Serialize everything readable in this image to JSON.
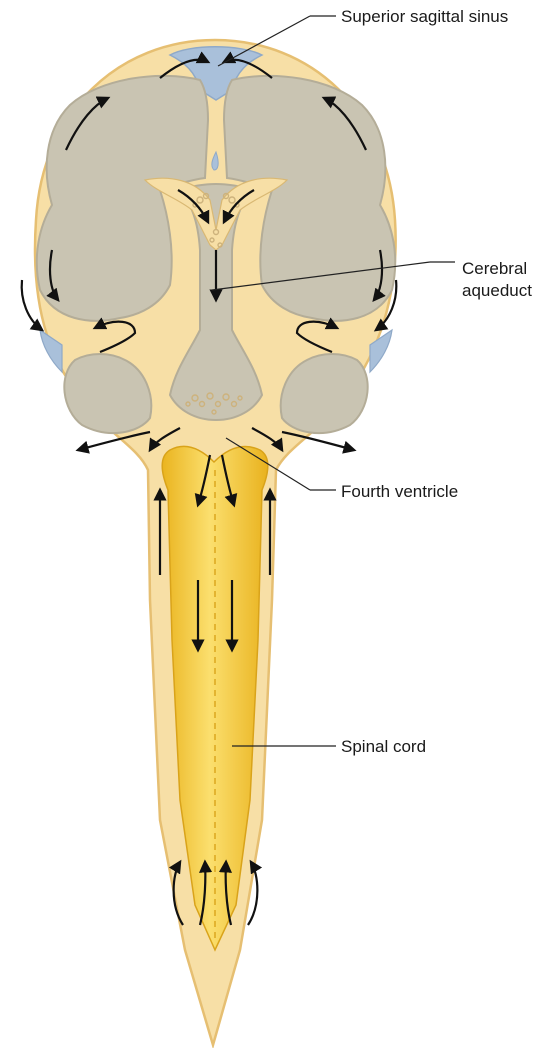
{
  "labels": {
    "superior_sagittal_sinus": "Superior sagittal sinus",
    "cerebral_aqueduct_line1": "Cerebral",
    "cerebral_aqueduct_line2": "aqueduct",
    "fourth_ventricle": "Fourth ventricle",
    "spinal_cord": "Spinal cord"
  },
  "colors": {
    "csf_space": "#f7dfa6",
    "outer_membrane": "#edc77f",
    "brain_tissue": "#c9c4b2",
    "brain_outline": "#b4ad98",
    "sinus": "#a9c0da",
    "spinal_cord": "#f3c22c",
    "spinal_cord_highlight": "#fbe079",
    "choroid_plexus": "#cdb27c",
    "arrow": "#111111",
    "leader_line": "#222222"
  },
  "icons": [
    "csf-flow-arrow",
    "choroid-plexus"
  ]
}
